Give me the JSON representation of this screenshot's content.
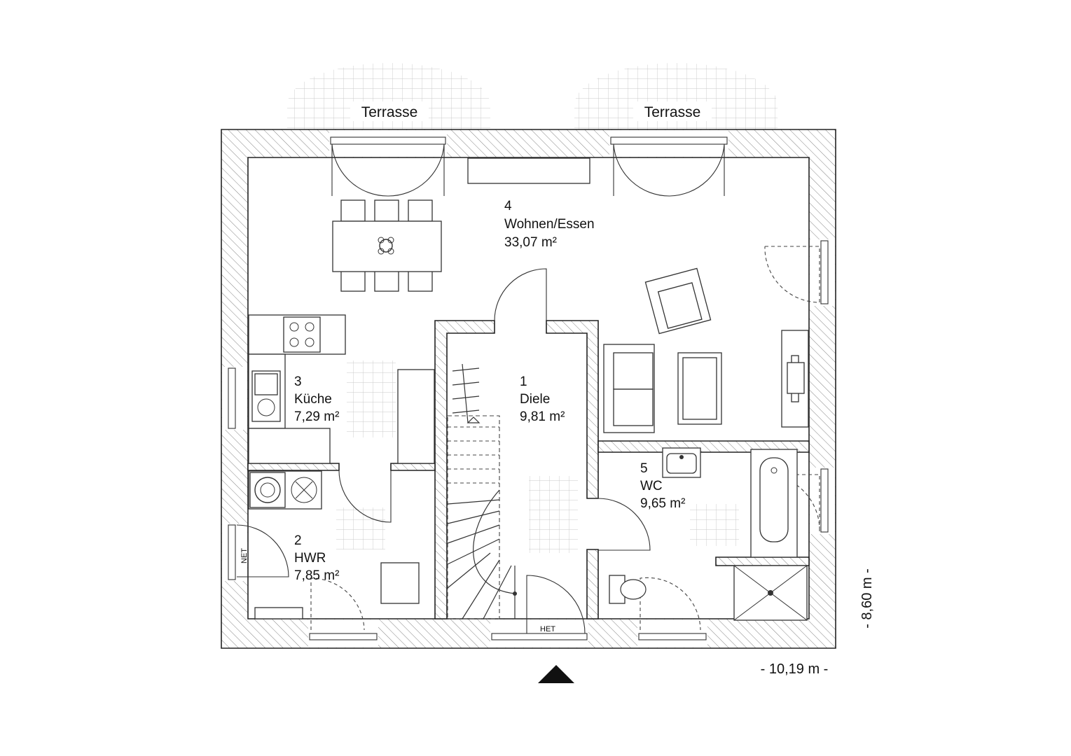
{
  "rooms": [
    {
      "number": "1",
      "name": "Diele",
      "area": "9,81 m²"
    },
    {
      "number": "2",
      "name": "HWR",
      "area": "7,85 m²"
    },
    {
      "number": "3",
      "name": "Küche",
      "area": "7,29 m²"
    },
    {
      "number": "4",
      "name": "Wohnen/Essen",
      "area": "33,07 m²"
    },
    {
      "number": "5",
      "name": "WC",
      "area": "9,65 m²"
    }
  ],
  "terraces": [
    "Terrasse",
    "Terrasse"
  ],
  "markers": {
    "net": "NET",
    "het": "HET"
  },
  "dimensions": {
    "width": "- 10,19 m -",
    "depth": "- 8,60 m -"
  }
}
